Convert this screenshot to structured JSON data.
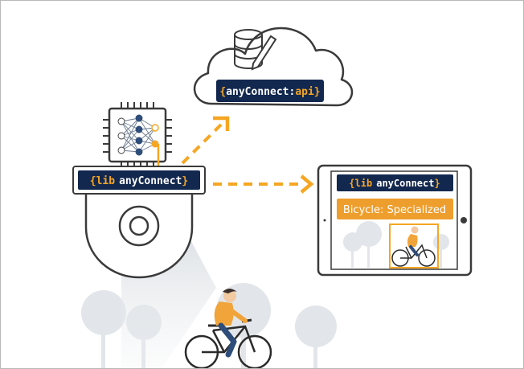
{
  "cloud_label": {
    "open": "{",
    "name": "anyConnect",
    "sep": ":",
    "suffix": "api",
    "close": "}"
  },
  "camera_label": {
    "open": "{",
    "lib": "lib",
    "name": "anyConnect",
    "close": "}"
  },
  "tablet": {
    "label": {
      "open": "{",
      "lib": "lib",
      "name": "anyConnect",
      "close": "}"
    },
    "detection_text": "Bicycle: Specialized"
  },
  "colors": {
    "navy": "#13284f",
    "orange": "#f5a623",
    "detection_bg": "#ee9e2c",
    "tree_gray": "#dde1e6",
    "outline": "#3a3a3a"
  }
}
